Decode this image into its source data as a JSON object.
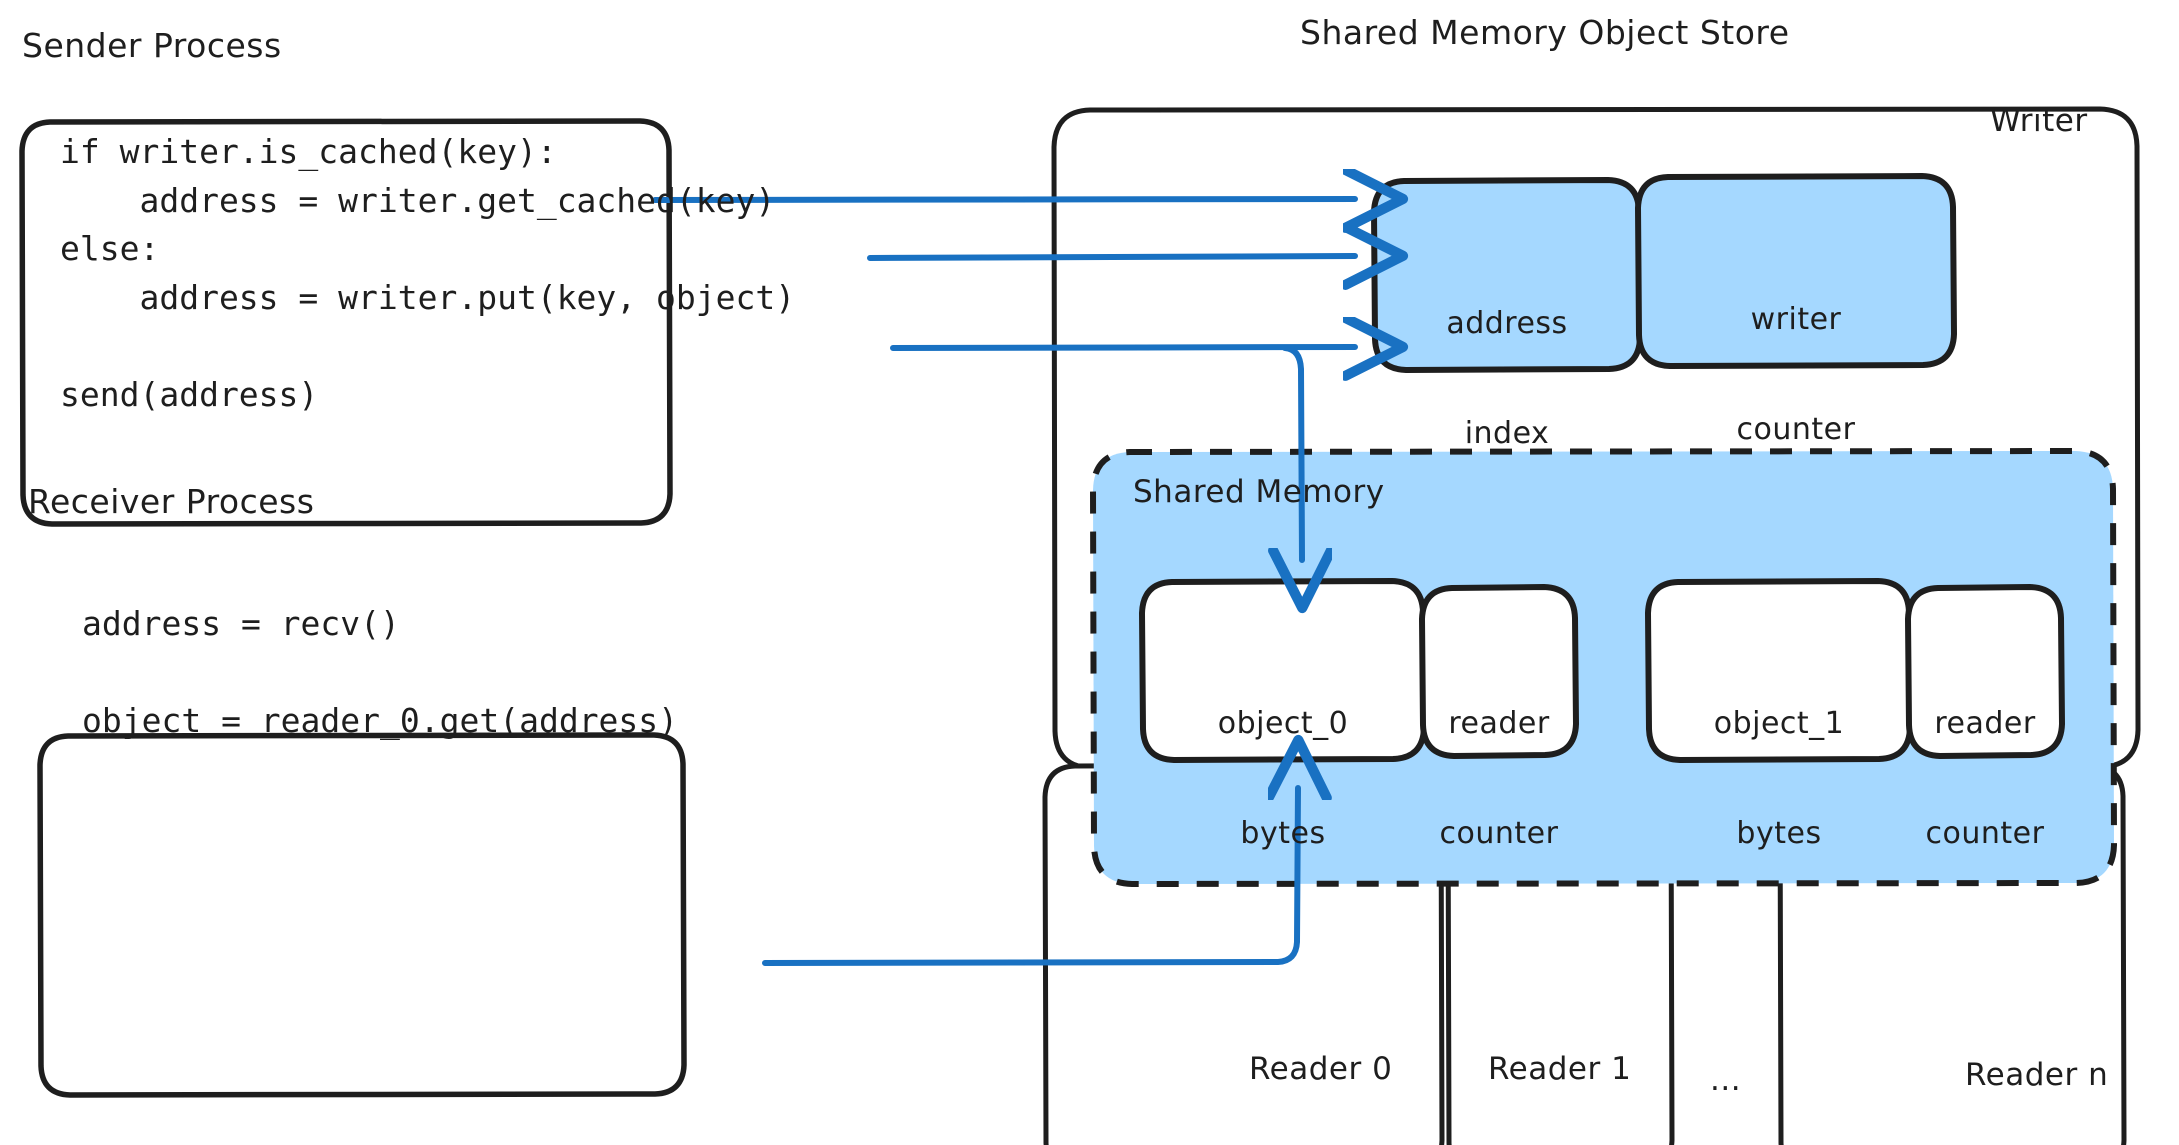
{
  "colors": {
    "stroke": "#1e1e1e",
    "arrow": "#1971c2",
    "fill_blue": "#a5d8ff",
    "fill_white": "#ffffff",
    "background": "#ffffff"
  },
  "titles": {
    "sender_process": "Sender Process",
    "receiver_process": "Receiver Process",
    "shared_memory_object_store": "Shared Memory Object Store"
  },
  "sender_code": {
    "lines": [
      "if writer.is_cached(key):",
      "    address = writer.get_cached(key)",
      "else:",
      "    address = writer.put(key, object)",
      "",
      "send(address)"
    ]
  },
  "receiver_code": {
    "lines": [
      "address = recv()",
      "",
      "object = reader_0.get(address)"
    ]
  },
  "writer": {
    "label": "Writer",
    "cells": [
      {
        "id": "address-index",
        "line1": "address",
        "line2": "index"
      },
      {
        "id": "writer-counter",
        "line1": "writer",
        "line2": "counter"
      }
    ]
  },
  "shared_memory": {
    "label": "Shared Memory",
    "slots": [
      {
        "object": {
          "line1": "object_0",
          "line2": "bytes"
        },
        "counter": {
          "line1": "reader",
          "line2": "counter"
        }
      },
      {
        "object": {
          "line1": "object_1",
          "line2": "bytes"
        },
        "counter": {
          "line1": "reader",
          "line2": "counter"
        }
      }
    ]
  },
  "readers": {
    "items": [
      {
        "label": "Reader 0"
      },
      {
        "label": "Reader 1"
      },
      {
        "label": "Reader n"
      }
    ],
    "ellipsis": "..."
  },
  "arrows": [
    {
      "id": "is-cached-to-address-index",
      "from": "sender.is_cached",
      "to": "writer.address-index"
    },
    {
      "id": "get-cached-to-address-index",
      "from": "sender.get_cached",
      "to": "writer.address-index"
    },
    {
      "id": "put-to-address-index",
      "from": "sender.put",
      "to": "writer.address-index"
    },
    {
      "id": "put-to-object-0",
      "from": "sender.put",
      "to": "shared_memory.object_0"
    },
    {
      "id": "reader-get-to-object-0",
      "from": "receiver.reader_0_get",
      "to": "shared_memory.object_0"
    }
  ]
}
